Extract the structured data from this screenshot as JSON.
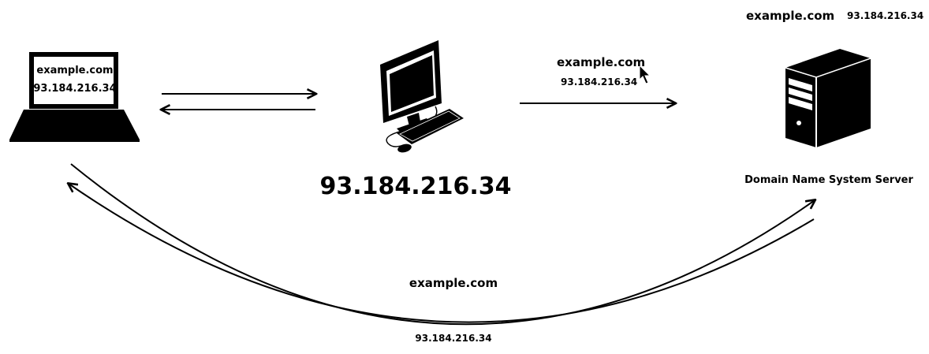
{
  "top_right": {
    "domain": "example.com",
    "ip": "93.184.216.34"
  },
  "laptop": {
    "domain": "example.com",
    "ip": "93.184.216.34"
  },
  "desktop": {
    "ip": "93.184.216.34"
  },
  "request_label": {
    "domain": "example.com",
    "ip": "93.184.216.34"
  },
  "server": {
    "label": "Domain Name System Server"
  },
  "response_arc": {
    "domain": "example.com",
    "ip": "93.184.216.34"
  },
  "colors": {
    "ink": "#000000",
    "background": "#ffffff"
  },
  "icons": [
    "laptop-icon",
    "desktop-computer-icon",
    "server-tower-icon",
    "mouse-pointer-icon"
  ]
}
